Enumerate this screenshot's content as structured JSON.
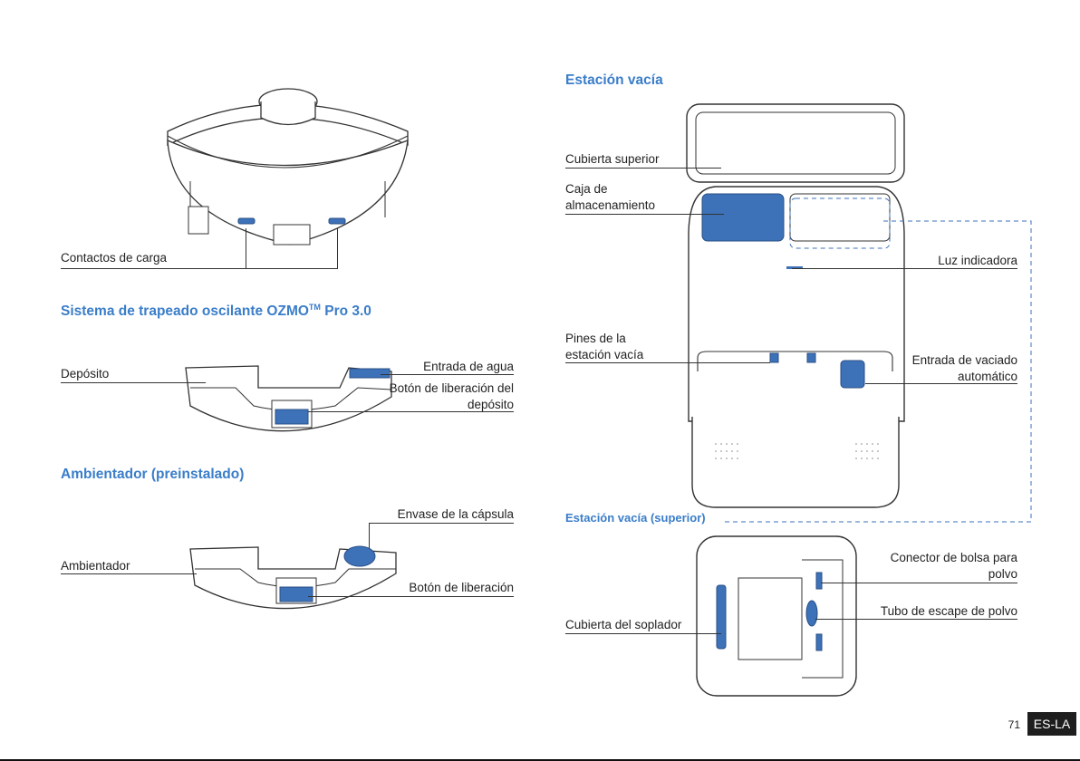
{
  "robot": {
    "charging_contacts": "Contactos de carga"
  },
  "mop_system": {
    "heading_main": "Sistema de trapeado oscilante OZMO",
    "heading_tm": "TM",
    "heading_tail": " Pro 3.0",
    "tank": "Depósito",
    "water_inlet": "Entrada de agua",
    "release_button": "Botón de liberación del depósito"
  },
  "freshener": {
    "heading": "Ambientador (preinstalado)",
    "capsule": "Envase de la cápsula",
    "freshener_label": "Ambientador",
    "release_button": "Botón de liberación"
  },
  "station": {
    "heading": "Estación vacía",
    "top_cover": "Cubierta superior",
    "storage_box": "Caja de almacenamiento",
    "indicator": "Luz indicadora",
    "pins": "Pines de la estación vacía",
    "auto_inlet": "Entrada de vaciado automático"
  },
  "station_top": {
    "heading": "Estación vacía (superior)",
    "bag_connector": "Conector de bolsa para polvo",
    "exhaust_tube": "Tubo de escape de polvo",
    "blower_cover": "Cubierta del soplador"
  },
  "footer": {
    "page_number": "71",
    "lang_tag": "ES-LA"
  },
  "colors": {
    "accent": "#3a7dc9",
    "part_blue": "#3d72b8",
    "ink": "#222222"
  }
}
